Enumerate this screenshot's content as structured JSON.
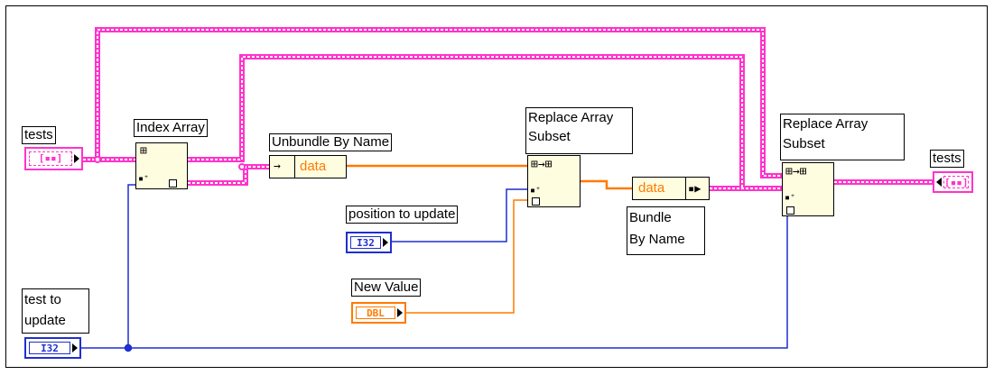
{
  "labels": {
    "tests_in": "tests",
    "index_array": "Index Array",
    "unbundle_by_name": "Unbundle By Name",
    "replace_array_subset_1_line1": "Replace Array",
    "replace_array_subset_1_line2": "Subset",
    "position_to_update": "position to update",
    "new_value": "New Value",
    "bundle_by_name_line1": "Bundle",
    "bundle_by_name_line2": "By Name",
    "replace_array_subset_2_line1": "Replace Array",
    "replace_array_subset_2_line2": "Subset",
    "tests_out": "tests",
    "test_to_update_line1": "test to",
    "test_to_update_line2": "update"
  },
  "fields": {
    "unbundle_field": "data",
    "bundle_field": "data"
  },
  "terminals": {
    "i32_a": "I32",
    "i32_b": "I32",
    "dbl": "DBL"
  },
  "colors": {
    "cluster_wire": "#ff33cc",
    "integer_wire": "#1f2fd0",
    "double_wire": "#ff7a00",
    "node_fill": "#fffde0"
  }
}
